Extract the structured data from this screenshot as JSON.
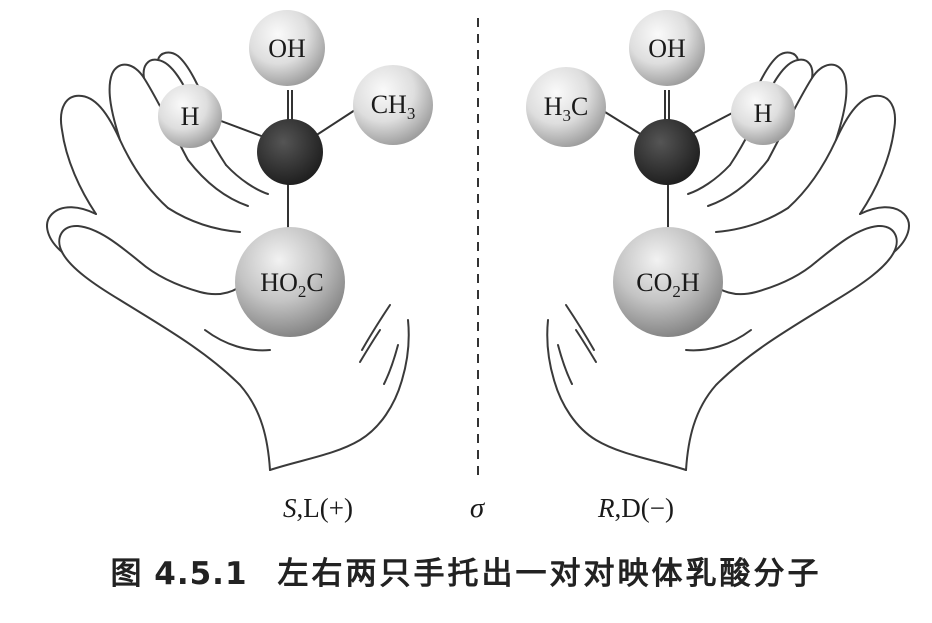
{
  "figure": {
    "caption_number": "图 4.5.1",
    "caption_text": "左右两只手托出一对对映体乳酸分子",
    "mirror_symbol": "σ",
    "left_molecule": {
      "label_config": "S",
      "label_rest": ",L(+)",
      "groups": {
        "top": {
          "main": "OH",
          "sub": "",
          "tail": ""
        },
        "left": {
          "main": "H",
          "sub": "",
          "tail": ""
        },
        "right": {
          "main": "CH",
          "sub": "3",
          "tail": ""
        },
        "bottom": {
          "main": "HO",
          "sub": "2",
          "tail": "C"
        }
      }
    },
    "right_molecule": {
      "label_config": "R",
      "label_rest": ",D(−)",
      "groups": {
        "top": {
          "main": "OH",
          "sub": "",
          "tail": ""
        },
        "left": {
          "main": "H",
          "sub": "3",
          "tail": "C"
        },
        "right": {
          "main": "H",
          "sub": "",
          "tail": ""
        },
        "bottom": {
          "main": "CO",
          "sub": "2",
          "tail": "H"
        }
      }
    },
    "colors": {
      "carbon": "#2a2a2a",
      "sphere_light": "#f4f4f4",
      "sphere_dark": "#a8a8a8",
      "line": "#333333"
    }
  }
}
